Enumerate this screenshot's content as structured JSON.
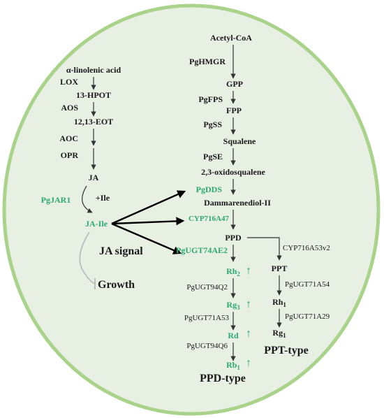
{
  "colors": {
    "background_fill": "#e8efe3",
    "border": "#a9d38b",
    "highlight_green": "#2daa6e",
    "inhibit_gray": "#bdbdbd"
  },
  "ja_pathway": {
    "steps": [
      "α-linolenic acid",
      "13-HPOT",
      "12,13-EOT",
      "JA"
    ],
    "enzymes": [
      "LOX",
      "AOS",
      "AOC",
      "OPR"
    ],
    "jar1": "PgJAR1",
    "ile": "+Ile",
    "ja_ile": "JA-Ile",
    "signal": "JA signal",
    "growth": "Growth"
  },
  "main_pathway": {
    "steps": [
      "Acetyl-CoA",
      "GPP",
      "FPP",
      "Squalene",
      "2,3-oxidosqualene",
      "Dammarenediol-II",
      "PPD"
    ],
    "enzymes": [
      "PgHMGR",
      "PgFPS",
      "PgSS",
      "PgSE",
      "PgDDS",
      "CYP716A47",
      "PgUGT74AE2"
    ]
  },
  "ppd_branch": {
    "products": [
      {
        "base": "Rh",
        "sub": "2"
      },
      {
        "base": "Rg",
        "sub": "3"
      },
      {
        "base": "Rd",
        "sub": ""
      },
      {
        "base": "Rb",
        "sub": "1"
      }
    ],
    "enzymes": [
      "PgUGT94Q2",
      "PgUGT71A53",
      "PgUGT94Q6"
    ],
    "up_arrow": "↑",
    "type_label": "PPD-type"
  },
  "ppt_branch": {
    "enzyme_from_ppd": "CYP716A53v2",
    "products": [
      {
        "base": "PPT",
        "sub": ""
      },
      {
        "base": "Rh",
        "sub": "1"
      },
      {
        "base": "Rg",
        "sub": "1"
      }
    ],
    "enzymes": [
      "PgUGT71A54",
      "PgUGT71A29"
    ],
    "type_label": "PPT-type"
  }
}
